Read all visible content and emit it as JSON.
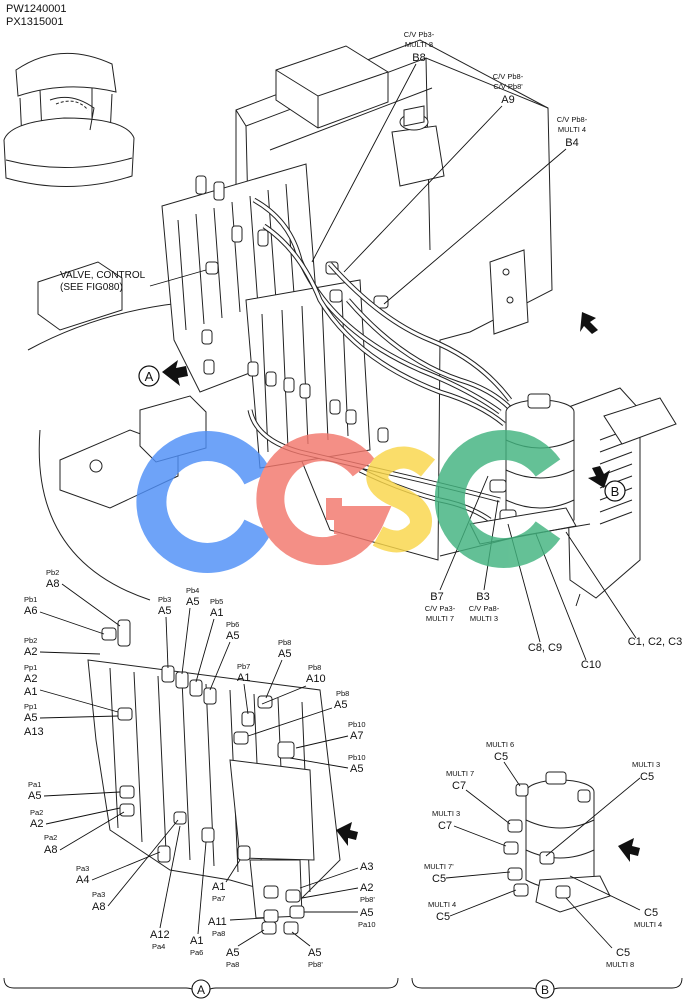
{
  "header": {
    "codes": [
      "PW1240001",
      "PX1315001"
    ]
  },
  "main_view": {
    "valve_label": [
      "VALVE, CONTROL",
      "(SEE FIG080)"
    ],
    "view_markers": [
      "A",
      "B"
    ],
    "callouts": [
      {
        "code": "B8",
        "desc": [
          "C/V Pb3-",
          "MULTI 8"
        ]
      },
      {
        "code": "A9",
        "desc": [
          "C/V Pb8-",
          "C/V Pb8'"
        ]
      },
      {
        "code": "B4",
        "desc": [
          "C/V Pb8-",
          "MULTI 4"
        ]
      },
      {
        "code": "B7",
        "desc": [
          "C/V Pa3-",
          "MULTI 7"
        ]
      },
      {
        "code": "B3",
        "desc": [
          "C/V Pa8-",
          "MULTI 3"
        ]
      },
      {
        "code": "C8, C9",
        "desc": []
      },
      {
        "code": "C10",
        "desc": []
      },
      {
        "code": "C1, C2, C3",
        "desc": []
      }
    ]
  },
  "view_a": {
    "marker": "A",
    "left_labels": [
      {
        "port": "Pb2",
        "code": "A8"
      },
      {
        "port": "Pb1",
        "code": "A6"
      },
      {
        "port": "Pb2",
        "code": "A2"
      },
      {
        "port": "Pp1",
        "code": "A2"
      },
      {
        "port": "",
        "code": "A1"
      },
      {
        "port": "Pp1",
        "code": "A5"
      },
      {
        "port": "",
        "code": "A13"
      },
      {
        "port": "Pa1",
        "code": "A5"
      },
      {
        "port": "Pa2",
        "code": "A2"
      },
      {
        "port": "Pa2",
        "code": "A8"
      },
      {
        "port": "Pa3",
        "code": "A4"
      },
      {
        "port": "Pa3",
        "code": "A8"
      }
    ],
    "top_labels": [
      {
        "port": "Pb3",
        "code": "A5"
      },
      {
        "port": "Pb4",
        "code": "A5"
      },
      {
        "port": "Pb5",
        "code": "A1"
      },
      {
        "port": "Pb6",
        "code": "A5"
      },
      {
        "port": "Pb8",
        "code": "A5"
      },
      {
        "port": "Pb7",
        "code": "A1"
      },
      {
        "port": "Pb8",
        "code": "A10"
      },
      {
        "port": "Pb8",
        "code": "A5"
      },
      {
        "port": "Pb10",
        "code": "A7"
      },
      {
        "port": "Pb10",
        "code": "A5"
      }
    ],
    "bottom_labels": [
      {
        "code": "A12",
        "port": "Pa4"
      },
      {
        "code": "A1",
        "port": "Pa6"
      },
      {
        "code": "A1",
        "port": "Pa7"
      },
      {
        "code": "A11",
        "port": "Pa8"
      },
      {
        "code": "A5",
        "port": "Pa8"
      },
      {
        "code": "A5",
        "port": "Pb8'"
      },
      {
        "code": "A3",
        "port": ""
      },
      {
        "code": "A2",
        "port": "Pb8'"
      },
      {
        "code": "A5",
        "port": "Pa10"
      }
    ]
  },
  "view_b": {
    "marker": "B",
    "labels": [
      {
        "port": "MULTI 6",
        "code": "C5"
      },
      {
        "port": "MULTI 7",
        "code": "C7"
      },
      {
        "port": "MULTI 3",
        "code": "C7"
      },
      {
        "port": "MULTI 7'",
        "code": "C5"
      },
      {
        "port": "MULTI 4",
        "code": "C5"
      },
      {
        "port": "MULTI 3",
        "code": "C5"
      },
      {
        "code": "C5",
        "port": "MULTI 4"
      },
      {
        "code": "C5",
        "port": "MULTI 8"
      }
    ]
  },
  "watermark": {
    "letters": [
      "C",
      "G",
      "S",
      "C"
    ],
    "colors": [
      "#4f8ff7",
      "#f2776c",
      "#f9d64a",
      "#42b37f"
    ]
  }
}
